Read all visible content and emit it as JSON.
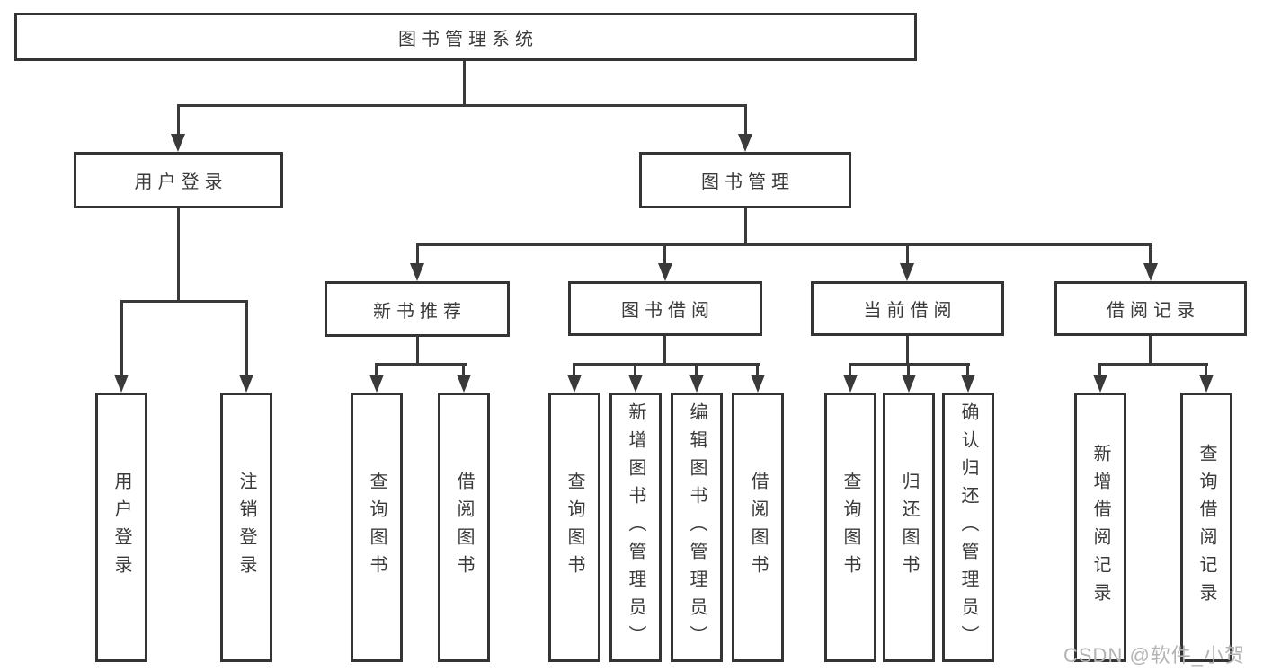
{
  "diagram": {
    "root": "图书管理系统",
    "branches": [
      {
        "label": "用户登录",
        "children": [
          {
            "label": "用户登录"
          },
          {
            "label": "注销登录"
          }
        ]
      },
      {
        "label": "图书管理",
        "children": [
          {
            "label": "新书推荐",
            "children": [
              {
                "label": "查询图书"
              },
              {
                "label": "借阅图书"
              }
            ]
          },
          {
            "label": "图书借阅",
            "children": [
              {
                "label": "查询图书"
              },
              {
                "label": "新增图书（管理员）"
              },
              {
                "label": "编辑图书（管理员）"
              },
              {
                "label": "借阅图书"
              }
            ]
          },
          {
            "label": "当前借阅",
            "children": [
              {
                "label": "查询图书"
              },
              {
                "label": "归还图书"
              },
              {
                "label": "确认归还（管理员）"
              }
            ]
          },
          {
            "label": "借阅记录",
            "children": [
              {
                "label": "新增借阅记录"
              },
              {
                "label": "查询借阅记录"
              }
            ]
          }
        ]
      }
    ]
  },
  "watermark": {
    "text": "CSDN @软件_小贺同学"
  },
  "colors": {
    "line": "#3a3a3a",
    "border": "#343434",
    "text": "#3a3a3a",
    "watermark": "#b3b3b3",
    "background": "#ffffff"
  }
}
